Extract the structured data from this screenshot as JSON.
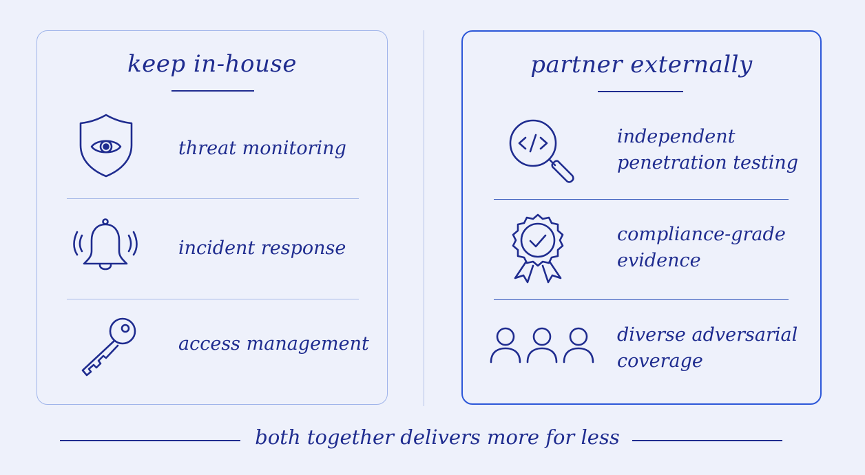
{
  "left_panel": {
    "title": "keep in-house",
    "items": [
      {
        "label": "threat monitoring",
        "icon": "shield-eye-icon"
      },
      {
        "label": "incident response",
        "icon": "bell-icon"
      },
      {
        "label": "access management",
        "icon": "key-icon"
      }
    ]
  },
  "right_panel": {
    "title": "partner externally",
    "items": [
      {
        "label_line1": "independent",
        "label_line2": "penetration testing",
        "icon": "code-magnifier-icon"
      },
      {
        "label_line1": "compliance-grade",
        "label_line2": "evidence",
        "icon": "award-badge-icon"
      },
      {
        "label_line1": "diverse adversarial",
        "label_line2": "coverage",
        "icon": "people-group-icon"
      }
    ]
  },
  "footer": {
    "text": "both together delivers more for less"
  },
  "colors": {
    "background": "#eef1fb",
    "ink": "#1f2c8f",
    "left_border": "#9fb4ea",
    "right_border": "#2c57d8"
  }
}
